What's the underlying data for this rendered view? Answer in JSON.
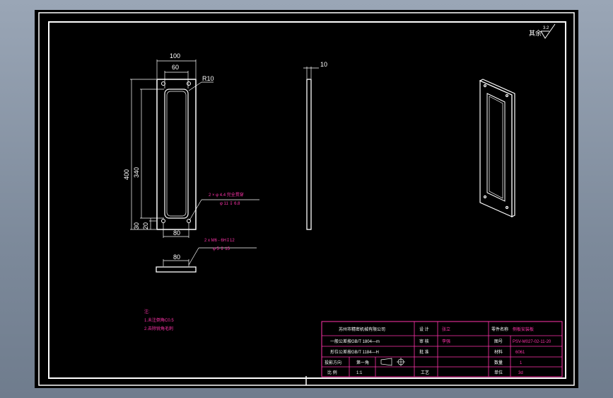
{
  "drawing": {
    "roughness": {
      "label": "其余",
      "value": "3.2"
    },
    "front_view": {
      "width_total": "100",
      "width_slot": "60",
      "corner_radius": "R10",
      "height_total": "400",
      "height_slot": "340",
      "offset_30": "30",
      "offset_20": "20",
      "hole_spacing": "80",
      "hole_note_line1": "2 × φ 4.4 完全贯穿",
      "hole_note_line2": "φ 11 ↧ 6.8"
    },
    "side_view": {
      "thickness": "10"
    },
    "bottom_view": {
      "hole_spacing": "80",
      "thread_note_line1": "2 x M6 - 6H↧12",
      "thread_note_line2": "φ 5 ↧ 15"
    },
    "notes": {
      "title": "注:",
      "line1": "1.未注倒角C0.5",
      "line2": "2.去除锐角毛刺"
    },
    "title_block": {
      "company": "苏州市精密机械有限公司",
      "tol1": "一般公差按GB/T 1804—m",
      "tol2": "形位公差按GB/T 1184—H",
      "proj_label": "投影方向",
      "proj_value": "第一角",
      "scale_label": "比 例",
      "scale_value": "1:1",
      "designer_label": "设 计",
      "designer_value": "张立",
      "reviewer_label": "审 核",
      "reviewer_value": "李强",
      "approver_label": "批 准",
      "craft_label": "工艺",
      "name_label": "零件名称",
      "name_value": "侧板安装板",
      "drawing_no_label": "图号",
      "drawing_no": "PSV-M027-02-11-20",
      "material_label": "材料",
      "material_value": "6061",
      "qty_label": "数量",
      "qty_value": "1",
      "unit_label": "单位",
      "unit_value": "3d"
    }
  }
}
